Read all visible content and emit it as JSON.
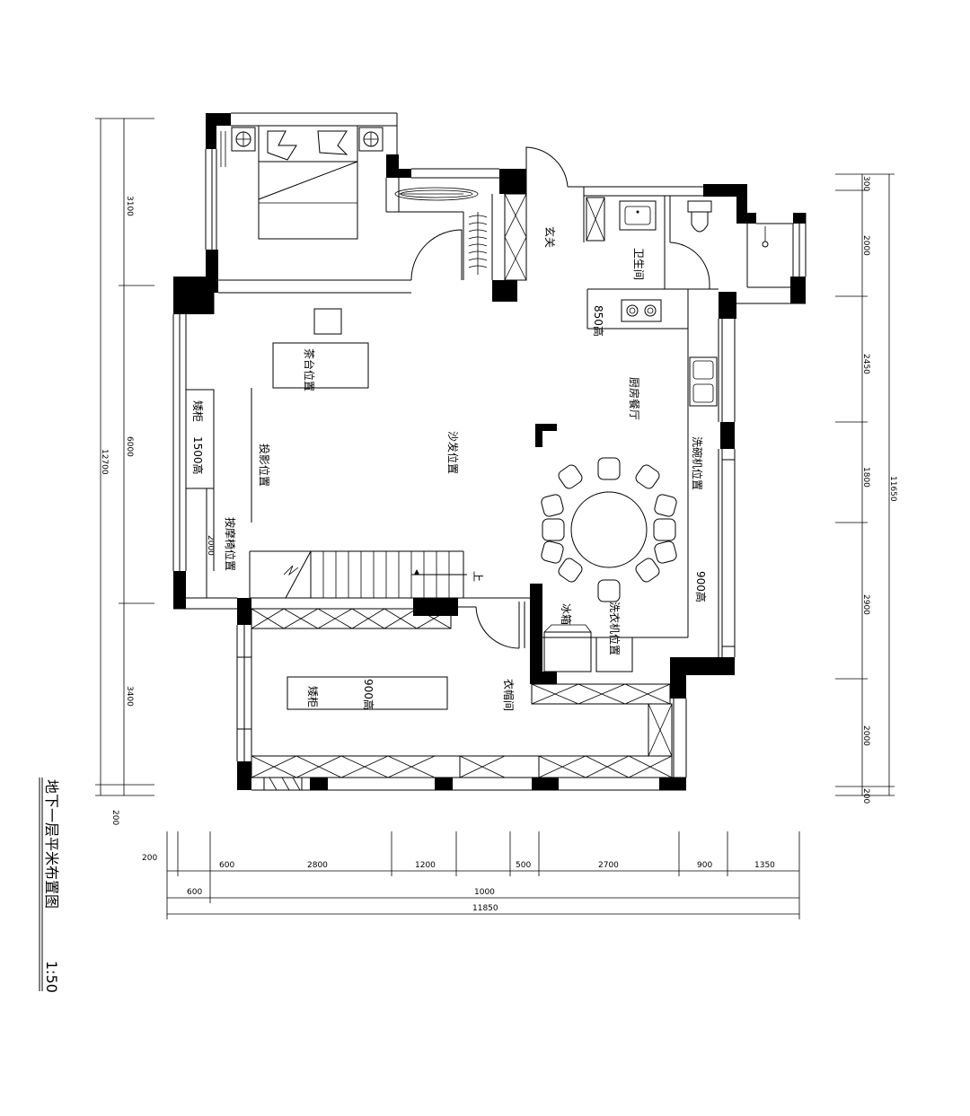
{
  "drawing": {
    "title": "地下一层平米布置图",
    "scale": "1:50"
  },
  "rooms": {
    "entrance": "玄关",
    "bathroom": "卫生间",
    "kitchen_dining": "厨房餐厅",
    "sofa_area": "沙发位置",
    "tea_table": "茶台位置",
    "tv_area": "投影位置",
    "massage_chair": "按摩椅位置",
    "cloakroom": "衣帽间",
    "washer": "洗衣机位置",
    "dishwasher": "洗碗机位置",
    "cabinet_label": "矮柜",
    "ice": "冰箱"
  },
  "notes": {
    "stove_height": "850高",
    "cabinet_left_height": "1500高",
    "cabinet_bottom_height": "900高",
    "counter_right_height": "900高",
    "stair_up": "上"
  },
  "dimensions": {
    "left": [
      "3100",
      "6000",
      "2000",
      "3400",
      "200"
    ],
    "left_total": "12700",
    "right": [
      "300",
      "2000",
      "2450",
      "1800",
      "2900",
      "2000",
      "200"
    ],
    "right_total": "11650",
    "bottom_row1": [
      "200",
      "600",
      "2800",
      "1200",
      "500",
      "2700",
      "900",
      "1350"
    ],
    "bottom_row2": [
      "600",
      "1000"
    ],
    "bottom_total": "11850"
  }
}
